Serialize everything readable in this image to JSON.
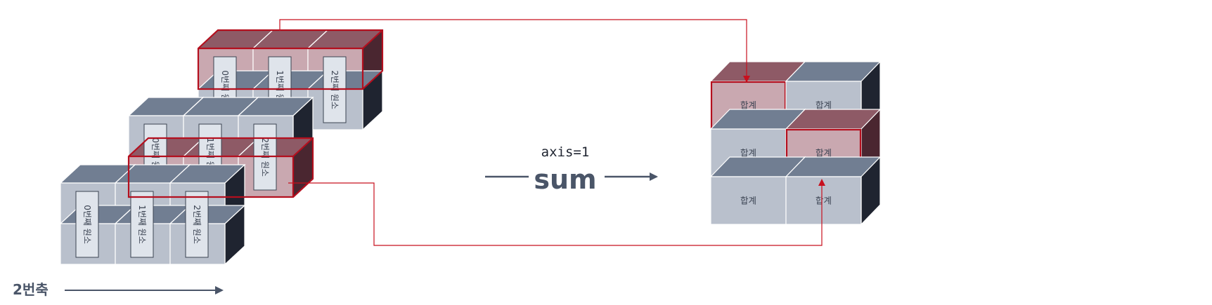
{
  "input_array": {
    "blocks": [
      {
        "name": "block-back",
        "highlight": "top-row",
        "labels": [
          "0번째 원소",
          "1번째 원소",
          "2번째 원소"
        ]
      },
      {
        "name": "block-middle",
        "highlight": "bottom-row",
        "labels": [
          "0번째 원소",
          "1번째 원소",
          "2번째 원소"
        ]
      },
      {
        "name": "block-front",
        "highlight": "none",
        "labels": [
          "0번째 원소",
          "1번째 원소",
          "2번째 원소"
        ]
      }
    ]
  },
  "axis_indicator": {
    "label": "2번축"
  },
  "operation": {
    "param": "axis=1",
    "name": "sum"
  },
  "result_array": {
    "rows": [
      [
        "합계",
        "합계"
      ],
      [
        "합계",
        "합계"
      ],
      [
        "합계",
        "합계"
      ]
    ],
    "highlighted_cells": [
      [
        0,
        0
      ],
      [
        1,
        1
      ]
    ]
  },
  "colors": {
    "face": "#b9c0cc",
    "top": "#717e92",
    "side": "#1f2430",
    "highlight_face": "#c9a8b0",
    "highlight_top": "#8e5a66",
    "highlight_side": "#4a2630",
    "highlight_stroke": "#b40f1e",
    "arrow": "#c8101e",
    "axis_arrow": "#4a5568"
  }
}
